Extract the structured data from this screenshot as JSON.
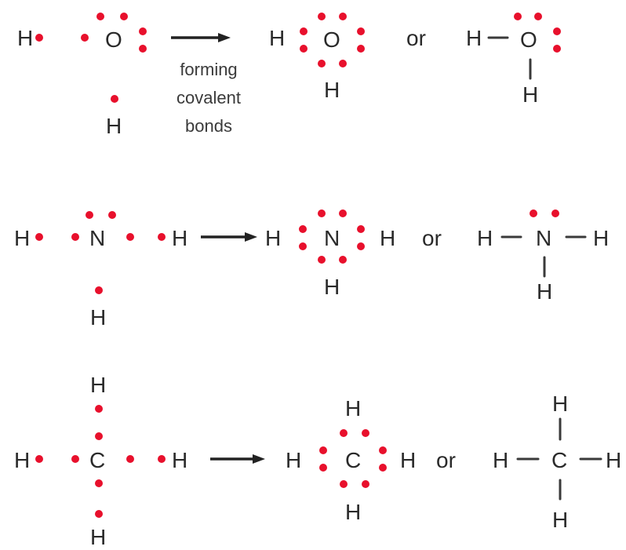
{
  "rows": [
    {
      "id": "water",
      "reactants": {
        "h_left": "H",
        "center": "O",
        "h_bottom": "H"
      },
      "arrow_label": [
        "forming",
        "covalent",
        "bonds"
      ],
      "lewis": {
        "h_left": "H",
        "center": "O",
        "h_bottom": "H"
      },
      "or_label": "or",
      "structural": {
        "h_left": "H",
        "center": "O",
        "h_bottom": "H"
      }
    },
    {
      "id": "ammonia",
      "reactants": {
        "h_left": "H",
        "center": "N",
        "h_right": "H",
        "h_bottom": "H"
      },
      "lewis": {
        "h_left": "H",
        "center": "N",
        "h_right": "H",
        "h_bottom": "H"
      },
      "or_label": "or",
      "structural": {
        "h_left": "H",
        "center": "N",
        "h_right": "H",
        "h_bottom": "H"
      }
    },
    {
      "id": "methane",
      "reactants": {
        "h_left": "H",
        "center": "C",
        "h_right": "H",
        "h_top": "H",
        "h_bottom": "H"
      },
      "lewis": {
        "h_left": "H",
        "center": "C",
        "h_right": "H",
        "h_top": "H",
        "h_bottom": "H"
      },
      "or_label": "or",
      "structural": {
        "h_left": "H",
        "center": "C",
        "h_right": "H",
        "h_top": "H",
        "h_bottom": "H"
      }
    }
  ],
  "colors": {
    "electron_dot": "#e8102c",
    "text": "#2a2a2a",
    "arrow": "#222222"
  }
}
